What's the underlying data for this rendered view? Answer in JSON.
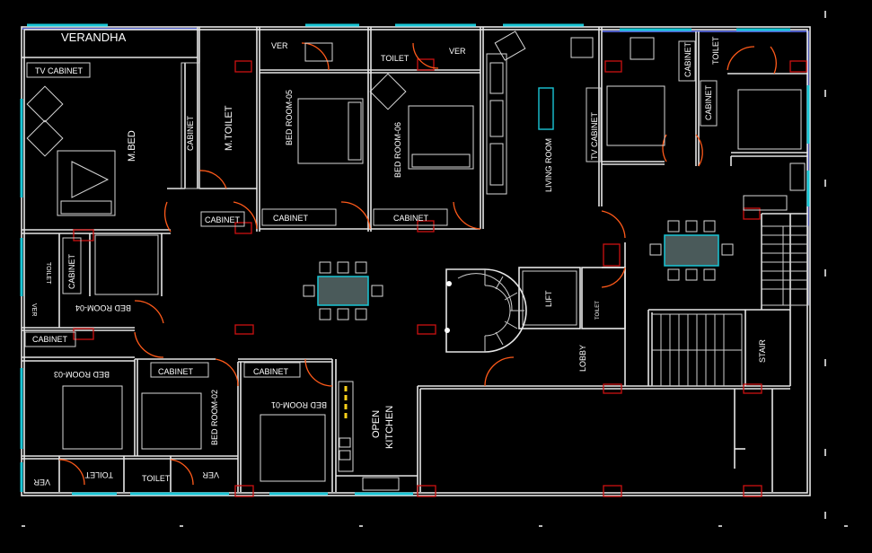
{
  "labels": {
    "verandha": "VERANDHA",
    "tv_cabinet_left": "TV CABINET",
    "m_bed": "M.BED",
    "cabinet_left_vert": "CABINET",
    "m_toilet": "M.TOILET",
    "cabinet_mtoilet": "CABINET",
    "ver_top": "VER",
    "bed_room_05": "BED ROOM-05",
    "cabinet_br05": "CABINET",
    "toilet_top": "TOILET",
    "ver_top2": "VER",
    "bed_room_06": "BED ROOM-06",
    "cabinet_br06": "CABINET",
    "living_room": "LIVING ROOM",
    "tv_cabinet_right": "TV CABINET",
    "cabinet_right1": "CABINET",
    "toilet_right": "TOILET",
    "cabinet_right2": "CABINET",
    "toilet_small_left": "TOILET",
    "cabinet_br04_vert": "CABINET",
    "bed_room_04": "BED ROOM-04",
    "ver_left": "VER",
    "cabinet_br04": "CABINET",
    "lift": "LIFT",
    "toilet_lift": "TOILET",
    "lobby": "LOBBY",
    "stair": "STAIR",
    "bed_room_03": "BED ROOM-03",
    "cabinet_br02": "CABINET",
    "bed_room_02": "BED ROOM-02",
    "cabinet_br01": "CABINET",
    "bed_room_01": "BED ROOM-01",
    "open": "OPEN",
    "kitchen": "KITCHEN",
    "ver_bottom_left": "VER",
    "toilet_bottom1": "TOILET",
    "toilet_bottom2": "TOILET",
    "ver_bottom": "VER"
  },
  "colors": {
    "background": "#000000",
    "walls": "#e6e6e6",
    "windows": "#19c6d6",
    "doors": "#ff5a1a",
    "columns": "#cc1111",
    "outline": "#6677ff"
  }
}
